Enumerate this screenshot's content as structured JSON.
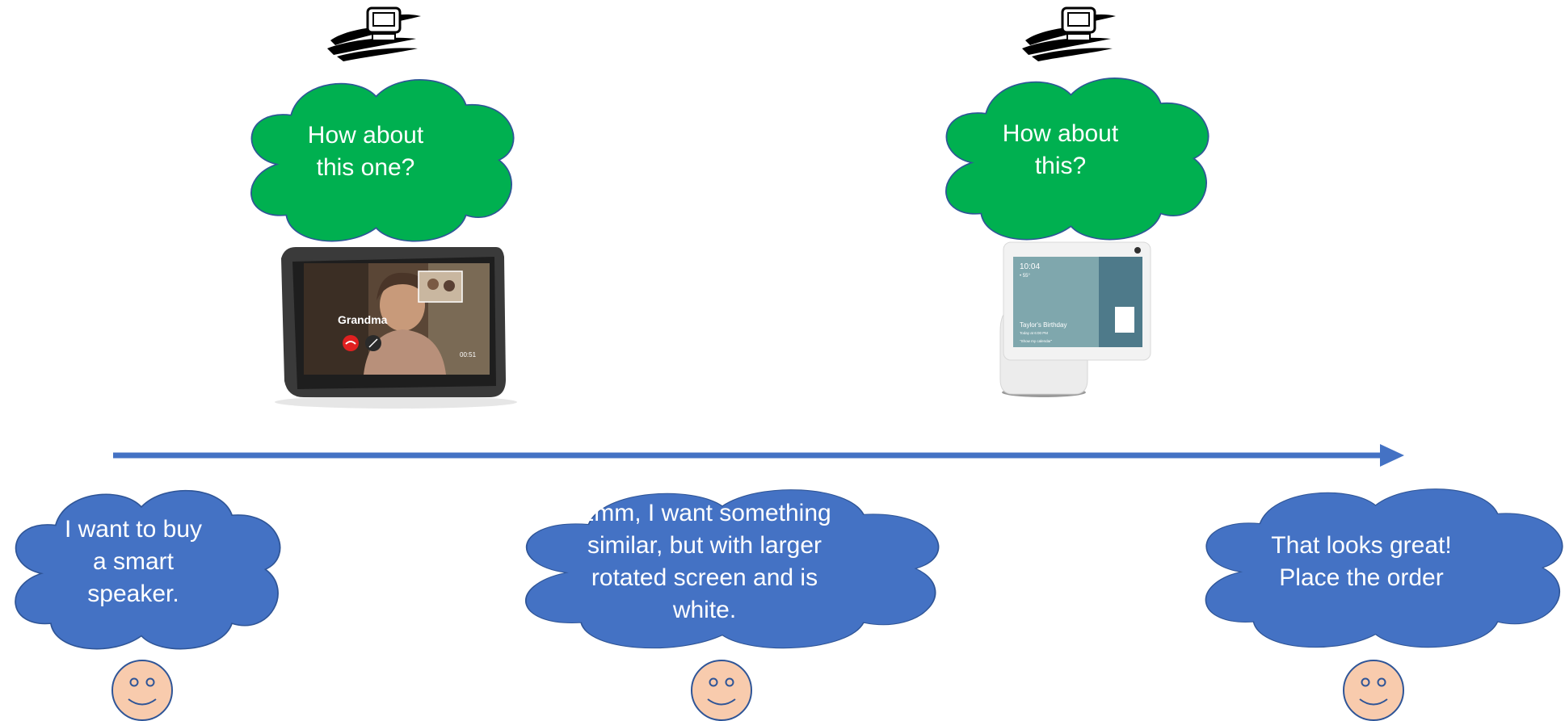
{
  "colors": {
    "agent_cloud": "#00b050",
    "user_cloud": "#4472c4",
    "cloud_outline": "#2f5597",
    "arrow": "#4472c4",
    "face_fill": "#f8cbad",
    "face_outline": "#2f5597",
    "text": "#ffffff"
  },
  "agent_icon": "robot-agent-icon",
  "user_icon": "smiley-face-icon",
  "agent_bubbles": [
    {
      "text": "How about\nthis one?"
    },
    {
      "text": "How about\nthis?"
    }
  ],
  "user_bubbles": [
    {
      "text": "I want to buy\na smart\nspeaker."
    },
    {
      "text": "Emm, I want something\nsimilar, but with larger\nrotated screen and is\nwhite."
    },
    {
      "text": "That looks great!\nPlace the order"
    }
  ],
  "device_1": {
    "caller_name": "Grandma",
    "timer": "00:51"
  },
  "device_2": {
    "time": "10:04",
    "temp": "• 55°",
    "event": "Taylor's Birthday",
    "event_sub": "Today at 6:00 PM",
    "hint": "\"Show my calendar\""
  }
}
